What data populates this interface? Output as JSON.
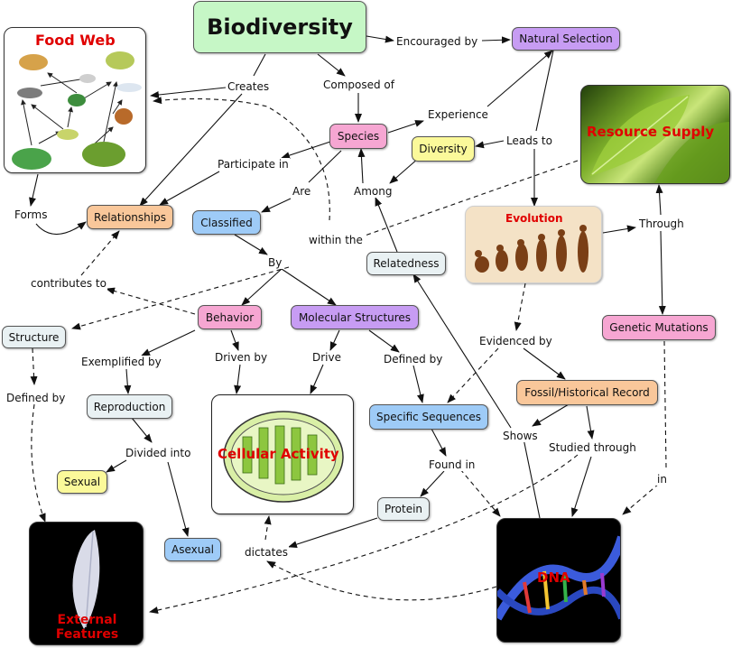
{
  "title": "Biodiversity",
  "colors": {
    "green": "#c6f7c6",
    "purple": "#c79cf3",
    "pink": "#f6a6d2",
    "yellow": "#fbf99a",
    "orange": "#f9c79a",
    "blue": "#9ecbf7",
    "grey": "#e9f1f3",
    "title_red": "#e00000"
  },
  "concepts": {
    "natural_selection": "Natural Selection",
    "species": "Species",
    "diversity": "Diversity",
    "relationships": "Relationships",
    "classified": "Classified",
    "relatedness": "Relatedness",
    "structure": "Structure",
    "behavior": "Behavior",
    "molecular_structures": "Molecular Structures",
    "genetic_mutations": "Genetic Mutations",
    "reproduction": "Reproduction",
    "fossil_record": "Fossil/Historical Record",
    "specific_sequences": "Specific Sequences",
    "sexual": "Sexual",
    "protein": "Protein",
    "asexual": "Asexual"
  },
  "image_concepts": {
    "food_web": "Food Web",
    "resource_supply": "Resource Supply",
    "evolution": "Evolution",
    "cellular_activity": "Cellular Activity",
    "dna": "DNA",
    "external_features": "External Features"
  },
  "links": {
    "encouraged_by": "Encouraged by",
    "creates": "Creates",
    "composed_of": "Composed of",
    "experience": "Experience",
    "leads_to": "Leads to",
    "participate_in": "Participate in",
    "forms": "Forms",
    "are": "Are",
    "among": "Among",
    "through": "Through",
    "within_the": "within the",
    "by": "By",
    "contributes_to": "contributes to",
    "evidenced_by": "Evidenced by",
    "exemplified_by": "Exemplified by",
    "driven_by": "Driven by",
    "drive": "Drive",
    "defined_by_mol": "Defined by",
    "defined_by_struct": "Defined by",
    "shows": "Shows",
    "studied_through": "Studied through",
    "divided_into": "Divided into",
    "found_in": "Found in",
    "in": "in",
    "dictates": "dictates"
  }
}
